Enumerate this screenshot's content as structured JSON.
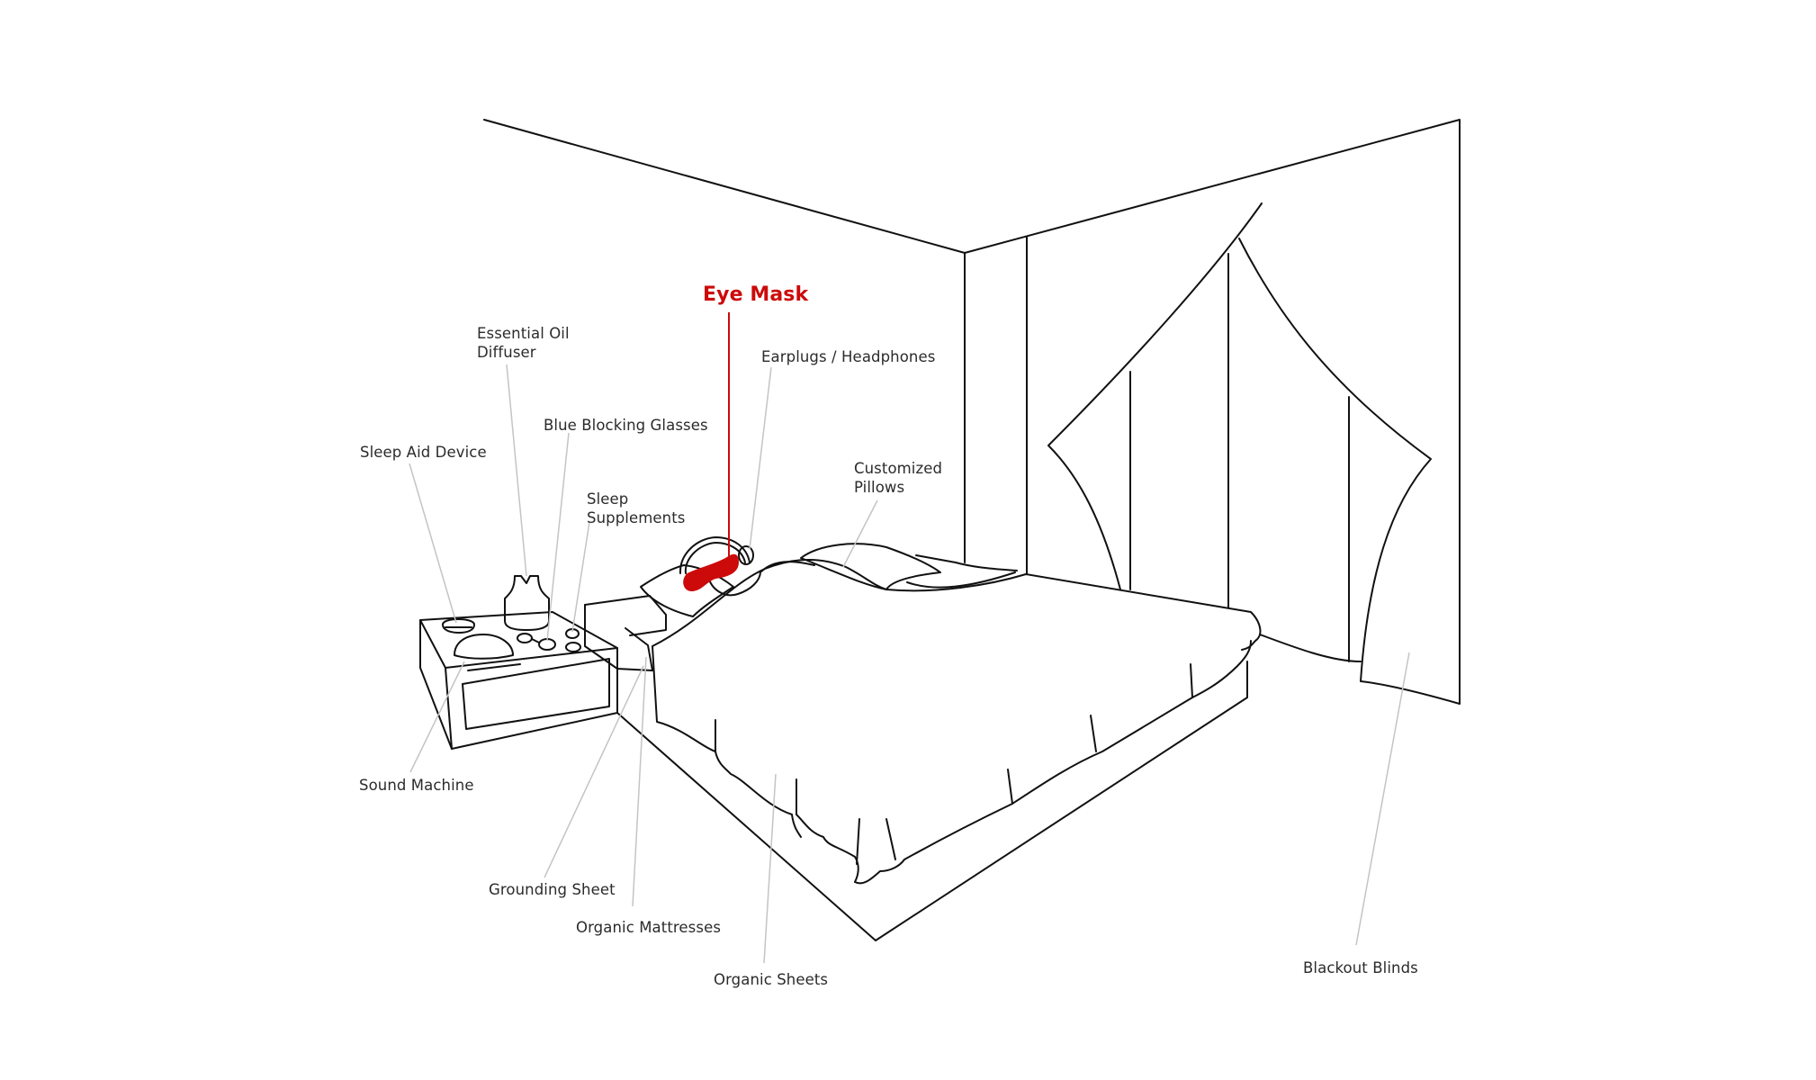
{
  "colors": {
    "line": "#111111",
    "leader": "#c4c4c4",
    "highlight": "#cc0a0a",
    "background": "#ffffff"
  },
  "labels": {
    "eye_mask": "Eye Mask",
    "essential_oil": [
      "Essential Oil",
      "Diffuser"
    ],
    "earplugs": "Earplugs / Headphones",
    "blue_glasses": "Blue Blocking Glasses",
    "sleep_aid": "Sleep Aid Device",
    "supplements": [
      "Sleep",
      "Supplements"
    ],
    "pillows": [
      "Customized",
      "Pillows"
    ],
    "sound_machine": "Sound Machine",
    "grounding_sheet": "Grounding Sheet",
    "mattresses": "Organic Mattresses",
    "sheets": "Organic Sheets",
    "blinds": "Blackout Blinds"
  }
}
